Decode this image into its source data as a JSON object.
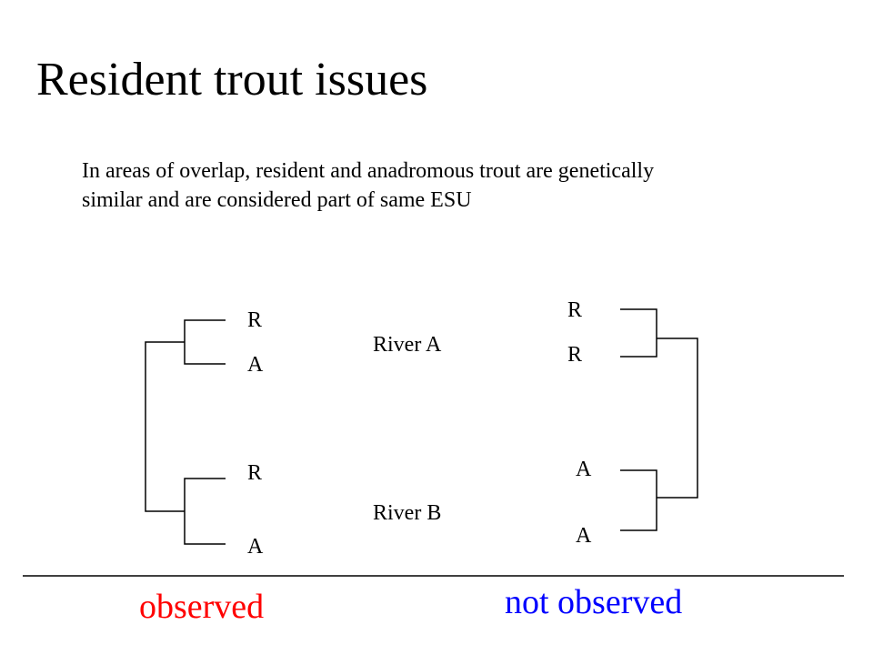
{
  "slide": {
    "title": "Resident trout issues",
    "body": "In areas of overlap, resident and anadromous trout are genetically similar and are considered part of same ESU"
  },
  "diagram": {
    "observed_tree": {
      "leaves": [
        "R",
        "A",
        "R",
        "A"
      ],
      "caption": "observed",
      "caption_color": "#ff0000"
    },
    "river_labels": [
      "River A",
      "River B"
    ],
    "not_observed_tree": {
      "leaves": [
        "R",
        "R",
        "A",
        "A"
      ],
      "caption": "not observed",
      "caption_color": "#0000ff"
    }
  }
}
